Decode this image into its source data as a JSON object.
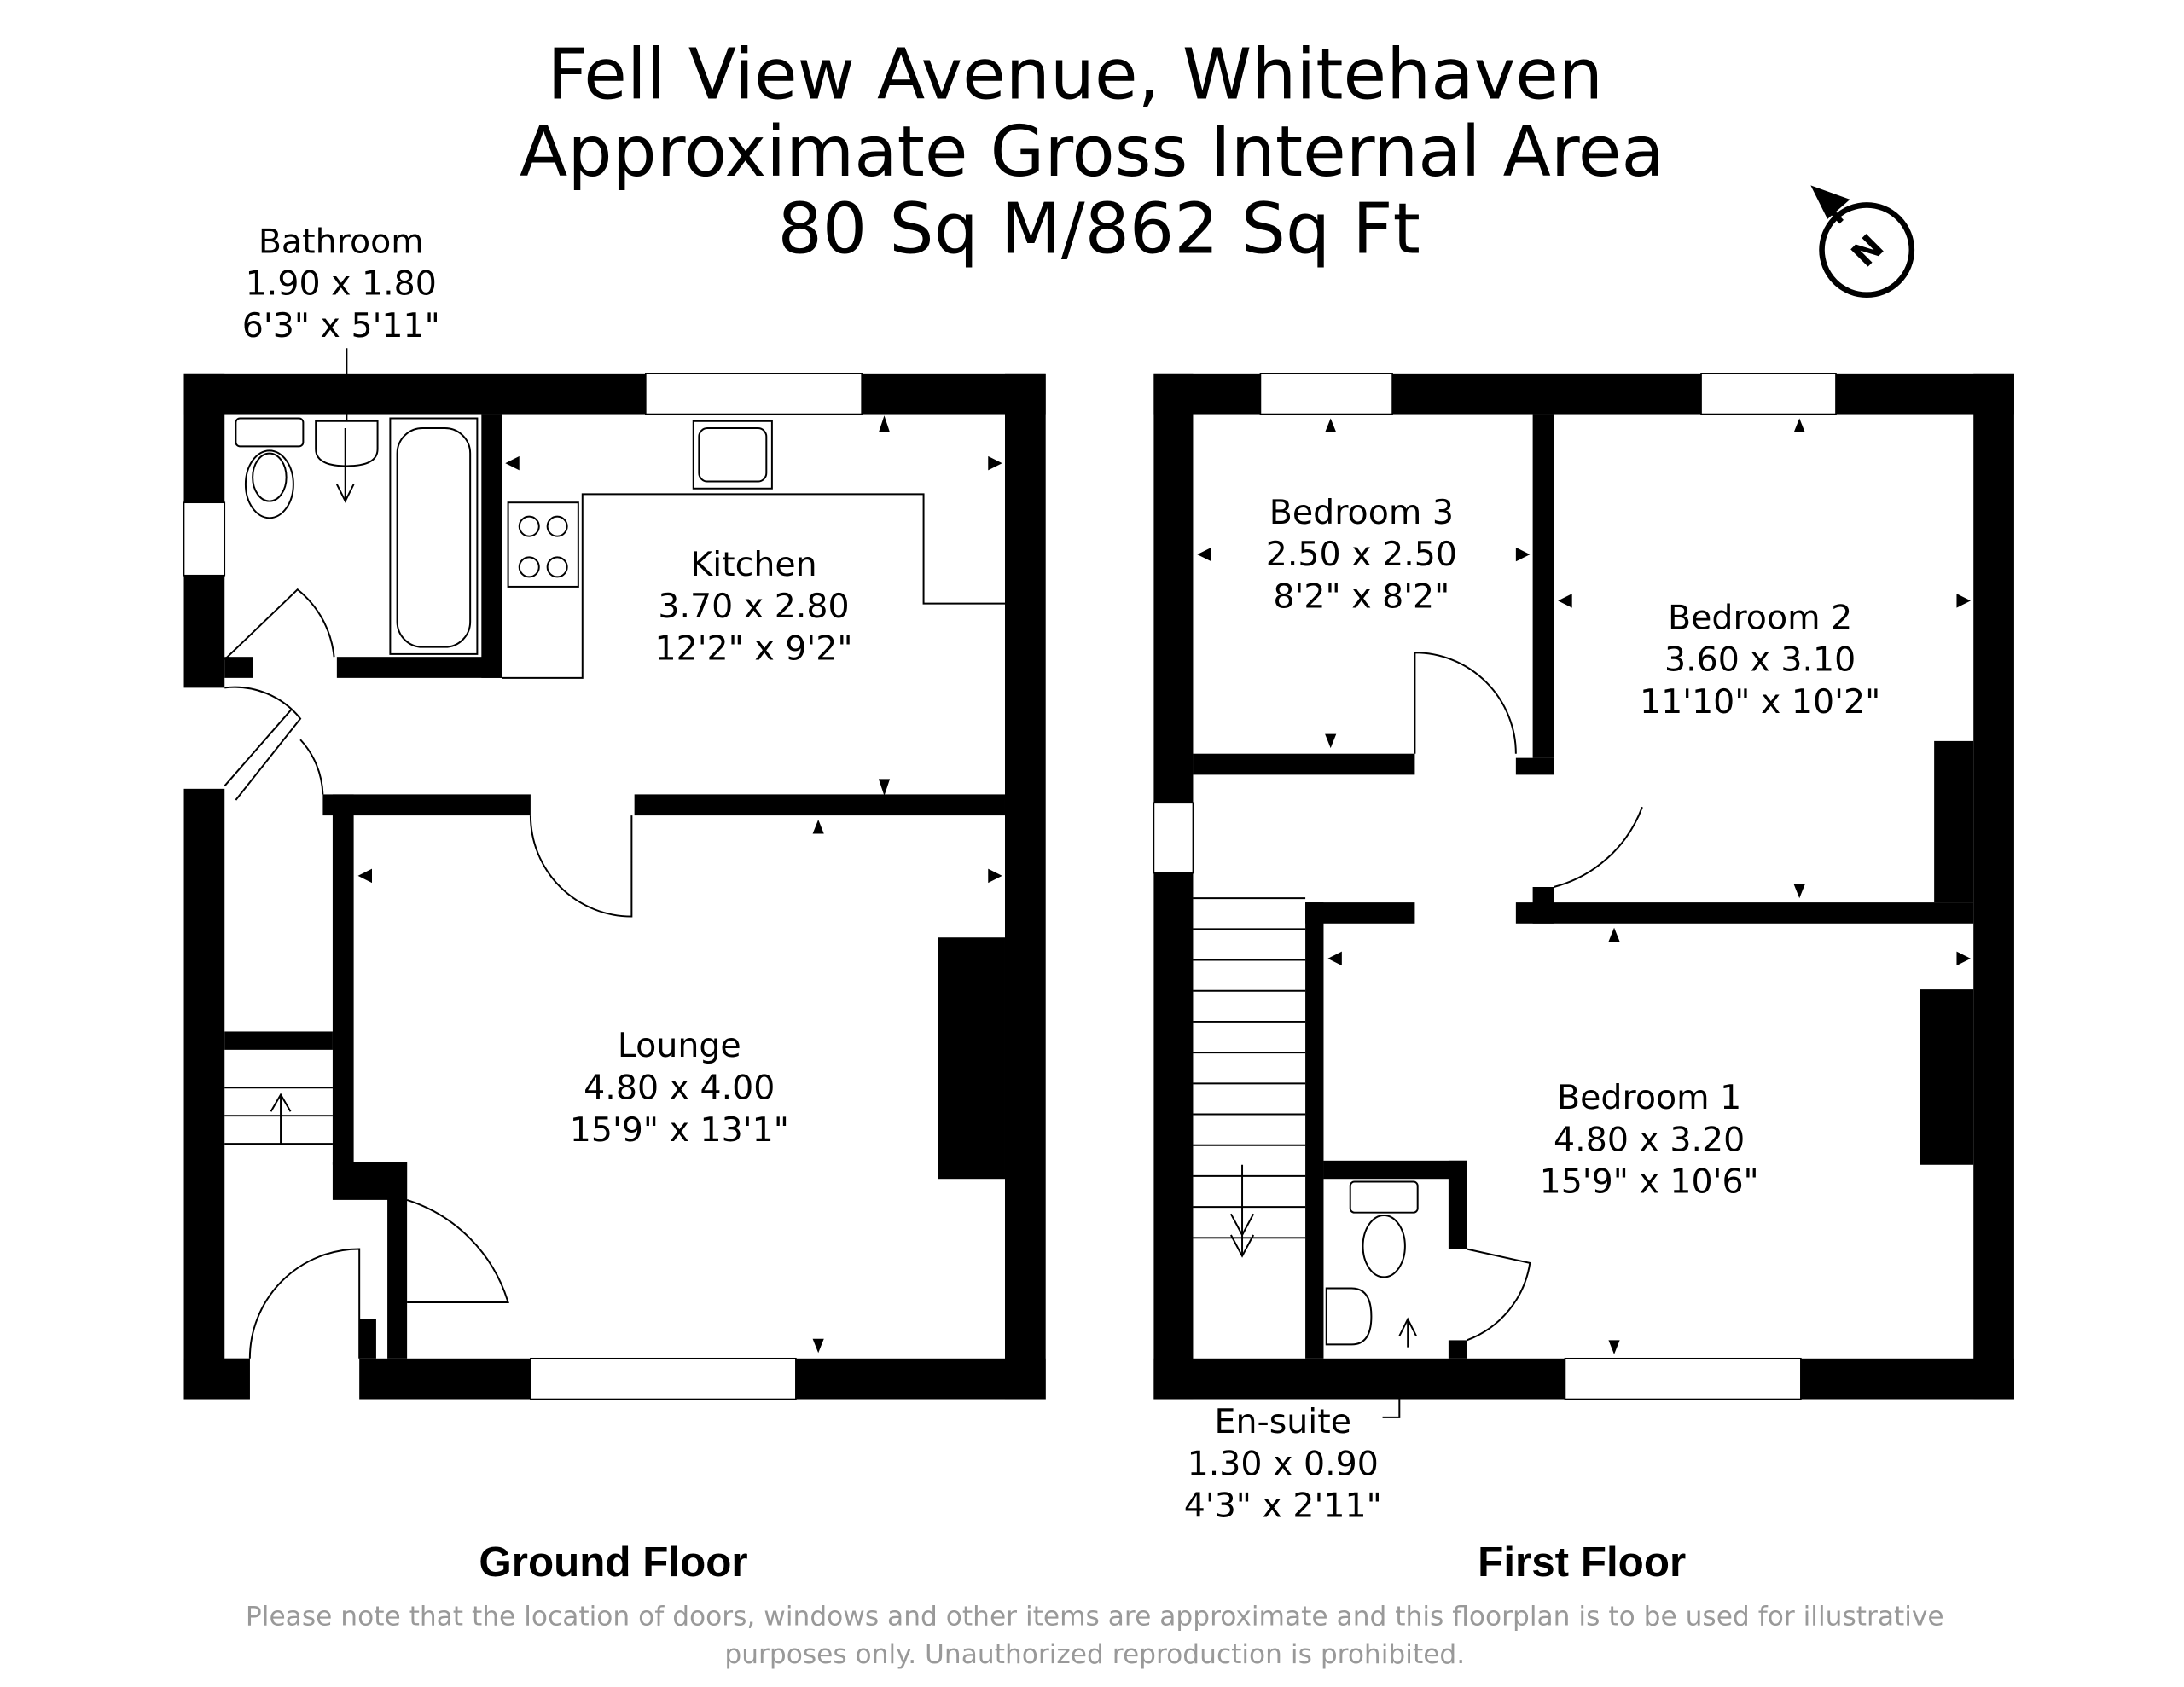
{
  "header": {
    "line1": "Fell View Avenue, Whitehaven",
    "line2": "Approximate Gross Internal Area",
    "line3": "80 Sq M/862 Sq Ft"
  },
  "compass": {
    "label": "N"
  },
  "ground_floor": {
    "label": "Ground Floor",
    "rooms": [
      {
        "name": "Bathroom",
        "metric": "1.90 x 1.80",
        "imperial": "6'3\" x 5'11\""
      },
      {
        "name": "Kitchen",
        "metric": "3.70 x 2.80",
        "imperial": "12'2\" x 9'2\""
      },
      {
        "name": "Lounge",
        "metric": "4.80 x 4.00",
        "imperial": "15'9\" x 13'1\""
      }
    ]
  },
  "first_floor": {
    "label": "First Floor",
    "rooms": [
      {
        "name": "Bedroom 3",
        "metric": "2.50 x 2.50",
        "imperial": "8'2\" x 8'2\""
      },
      {
        "name": "Bedroom 2",
        "metric": "3.60 x 3.10",
        "imperial": "11'10\" x 10'2\""
      },
      {
        "name": "Bedroom 1",
        "metric": "4.80 x 3.20",
        "imperial": "15'9\" x 10'6\""
      },
      {
        "name": "En-suite",
        "metric": "1.30 x 0.90",
        "imperial": "4'3\" x 2'11\""
      }
    ]
  },
  "disclaimer": {
    "line1": "Please note that the location of doors, windows and other items are approximate and this floorplan is to be used for illustrative",
    "line2": "purposes only. Unauthorized reproduction is prohibited."
  }
}
